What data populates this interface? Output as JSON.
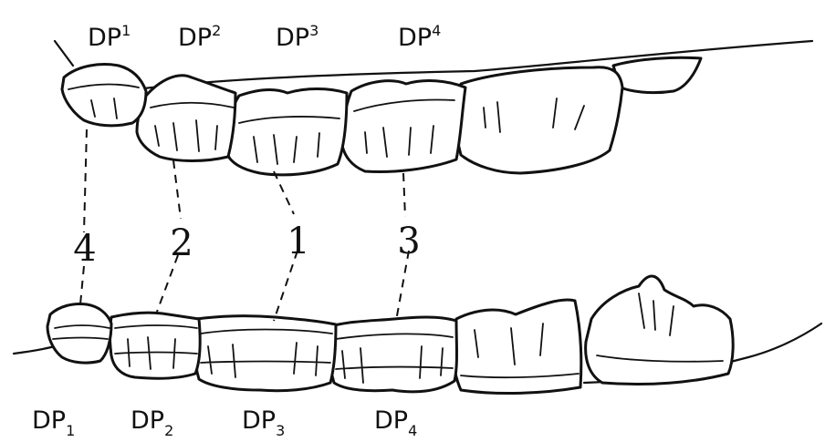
{
  "upper_labels": [
    {
      "base": "DP",
      "index": "1"
    },
    {
      "base": "DP",
      "index": "2"
    },
    {
      "base": "DP",
      "index": "3"
    },
    {
      "base": "DP",
      "index": "4"
    }
  ],
  "lower_labels": [
    {
      "base": "DP",
      "index": "1"
    },
    {
      "base": "DP",
      "index": "2"
    },
    {
      "base": "DP",
      "index": "3"
    },
    {
      "base": "DP",
      "index": "4"
    }
  ],
  "connection_numbers": [
    "4",
    "2",
    "1",
    "3"
  ]
}
